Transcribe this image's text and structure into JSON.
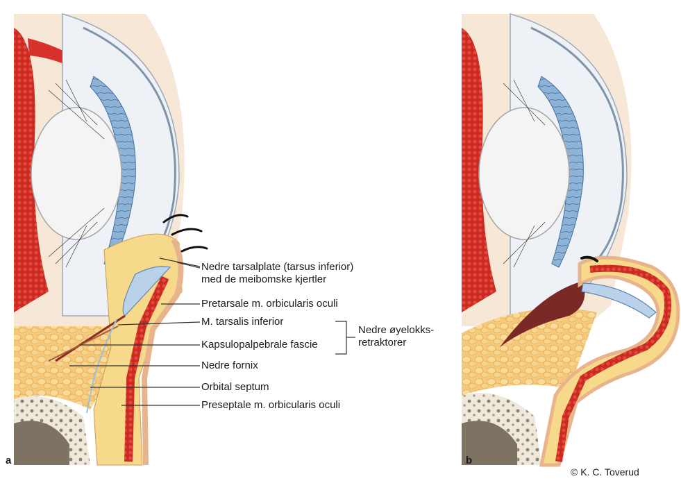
{
  "panels": [
    {
      "letter": "a"
    },
    {
      "letter": "b"
    }
  ],
  "labels": {
    "tarsal_plate_line1": "Nedre tarsalplate (tarsus inferior)",
    "tarsal_plate_line2": "med de meibomske kjertler",
    "pretarsal": "Pretarsale m. orbicularis oculi",
    "tarsalis_inferior": "M. tarsalis inferior",
    "capsulopalpebral": "Kapsulopalpebrale fascie",
    "lower_fornix": "Nedre fornix",
    "orbital_septum": "Orbital septum",
    "preseptal": "Preseptale m. orbicularis oculi",
    "retractors_line1": "Nedre øyelokks-",
    "retractors_line2": "retraktorer"
  },
  "credit": "© K. C. Toverud",
  "colors": {
    "muscle_red": "#d8302a",
    "fat_yellow": "#f6d98a",
    "skin": "#f3c9a8",
    "sclera": "#eef2f6",
    "iris_blue": "#8fb3d6",
    "bone": "#e9e2d4",
    "label_line": "#333333"
  }
}
